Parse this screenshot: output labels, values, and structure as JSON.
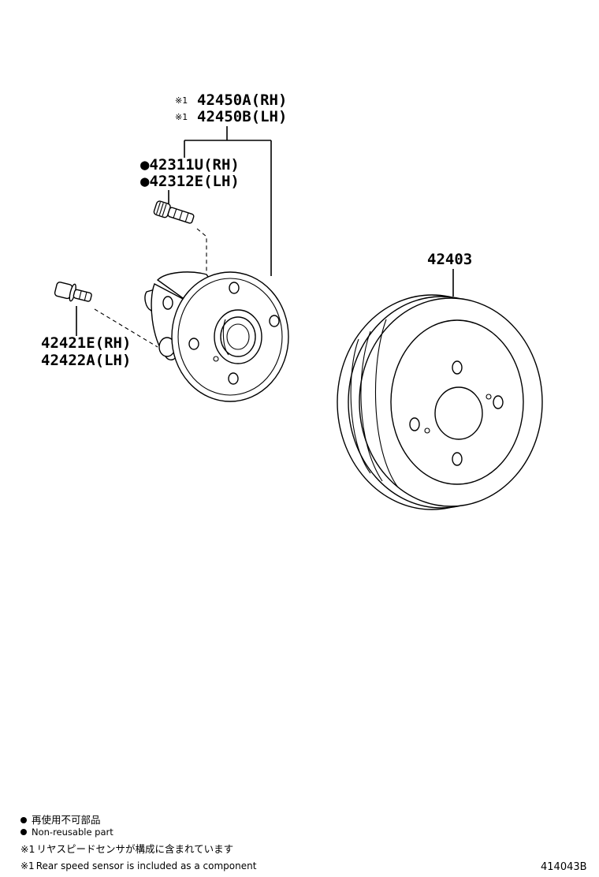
{
  "parts": {
    "speed_sensor_hub": {
      "mark": "※1",
      "rh": "42450A(RH)",
      "lh": "42450B(LH)"
    },
    "hub_bolt": {
      "mark": "●",
      "rh": "42311U(RH)",
      "lh": "42312E(LH)"
    },
    "mount_bolt": {
      "rh": "42421E(RH)",
      "lh": "42422A(LH)"
    },
    "brake_drum": {
      "number": "42403"
    }
  },
  "legend": {
    "nonreusable_jp": "再使用不可部品",
    "nonreusable_en": "Non-reusable part",
    "sensor_mark": "※1",
    "sensor_note_jp": "リヤスピードセンサが構成に含まれています",
    "sensor_note_en": "Rear speed sensor is included as a component"
  },
  "figure_code": "414043B"
}
